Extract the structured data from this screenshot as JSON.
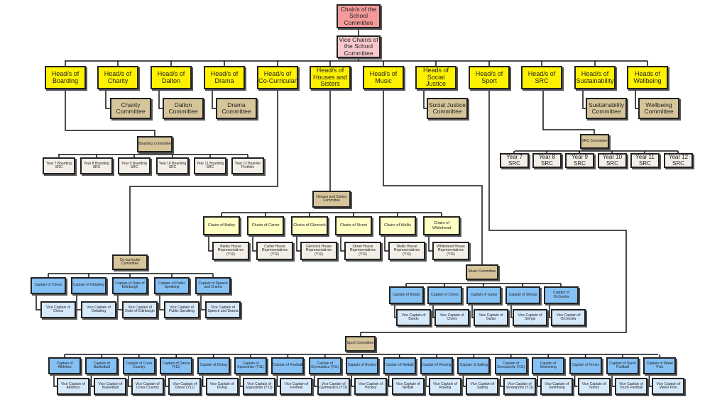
{
  "top": {
    "chair": "Chair/s of the School Committee",
    "vice": "Vice Chair/s of the School Committee"
  },
  "heads": [
    "Head/s of Boarding",
    "Head/s of Charity",
    "Head/s of Dalton",
    "Head/s of Drama",
    "Head/s of Co-Curricular",
    "Head/s of Houses and Sisters",
    "Head/s of Music",
    "Heads of Social Justice",
    "Head/s of Sport",
    "Head/s of SRC",
    "Head/s of Sustainability",
    "Heads of Wellbeing"
  ],
  "committees": [
    "Charity Committee",
    "Dalton Committee",
    "Drama Committee",
    "Social Justice Committee",
    "Sustainability Committee",
    "Wellbeing Committee"
  ],
  "boarding": {
    "title": "Boarding Committee",
    "items": [
      "Year 7 Boarding SRC",
      "Year 8 Boarding SRC",
      "Year 9 Boarding SRC",
      "Year 10 Boarding SRC",
      "Year 11 Boarding SRC",
      "Year 12 Boarder Portfolio"
    ]
  },
  "src": {
    "title": "SRC Committee",
    "items": [
      "Year 7 SRC",
      "Year 8 SRC",
      "Year 9 SRC",
      "Year 10 SRC",
      "Year 11 SRC",
      "Year 12 SRC"
    ]
  },
  "houses": {
    "title": "Houses and Sisters Committee",
    "chairs": [
      "Chairs of Bailey",
      "Chairs of Carter",
      "Chairs of Glenrock",
      "Chairs of Street",
      "Chairs of Wallis",
      "Chairs of Whitehead"
    ],
    "reps": [
      "Bailey House Representatives (Y11)",
      "Carter House Representatives (Y11)",
      "Glenrock House Representatives (Y11)",
      "Street House Representatives (Y11)",
      "Wallis House Representatives (Y11)",
      "Whitehead House Representatives (Y11)"
    ]
  },
  "cocurricular": {
    "title": "Co-curricular Committee",
    "captains": [
      "Captain of Chess",
      "Captain of Debating",
      "Captain of Duke of Edinburgh",
      "Captain of Public Speaking",
      "Captain of Speech and Drama"
    ],
    "vices": [
      "Vice Captain of Chess",
      "Vice Captain of Debating",
      "Vice Captain of Duke of Edinburgh",
      "Vice Captain of Public Speaking",
      "Vice Captain of Speech and Drama"
    ]
  },
  "music": {
    "title": "Music Committee",
    "captains": [
      "Captain of Bands",
      "Captain of Choirs",
      "Captain of Guitar",
      "Captain of Strings",
      "Captain of Orchestra"
    ],
    "vices": [
      "Vice Captain of Bands",
      "Vice Captain of Choirs",
      "Vice Captain of Guitar",
      "Vice Captain of Strings",
      "Vice Captain of Orchestra"
    ]
  },
  "sport": {
    "title": "Sport Committee",
    "captains": [
      "Captain of Athletics",
      "Captain of Basketball",
      "Captain of Cross Country",
      "Captain of Dance (Y11)",
      "Captain of Diving",
      "Captain of Equestrian (Y11)",
      "Captain of Football",
      "Captain of Gymnastics (Y11)",
      "Captain of Hockey",
      "Captain of Netball",
      "Captain of Rowing",
      "Captain of Sailing",
      "Captain of Snowsports (Y11)",
      "Captain of Swimming",
      "Captain of Tennis",
      "Captain of Touch Football",
      "Captain of Water Polo"
    ],
    "vices": [
      "Vice Captain of Athletics",
      "Vice Captain of Basketball",
      "Vice Captain of Cross Country",
      "Vice Captain of Dance (Y11)",
      "Vice Captain of Diving",
      "Vice Captain of Equestrian (Y11)",
      "Vice Captain of Football",
      "Vice Captain of Gymnastics (Y11)",
      "Vice Captain of Hockey",
      "Vice Captain of Netball",
      "Vice Captain of Rowing",
      "Vice Captain of Sailing",
      "Vice Captain of Snowsports (Y11)",
      "Vice Captain of Swimming",
      "Vice Captain of Tennis",
      "Vice Captain of Touch Football",
      "Vice Captain of Water Polo"
    ]
  }
}
